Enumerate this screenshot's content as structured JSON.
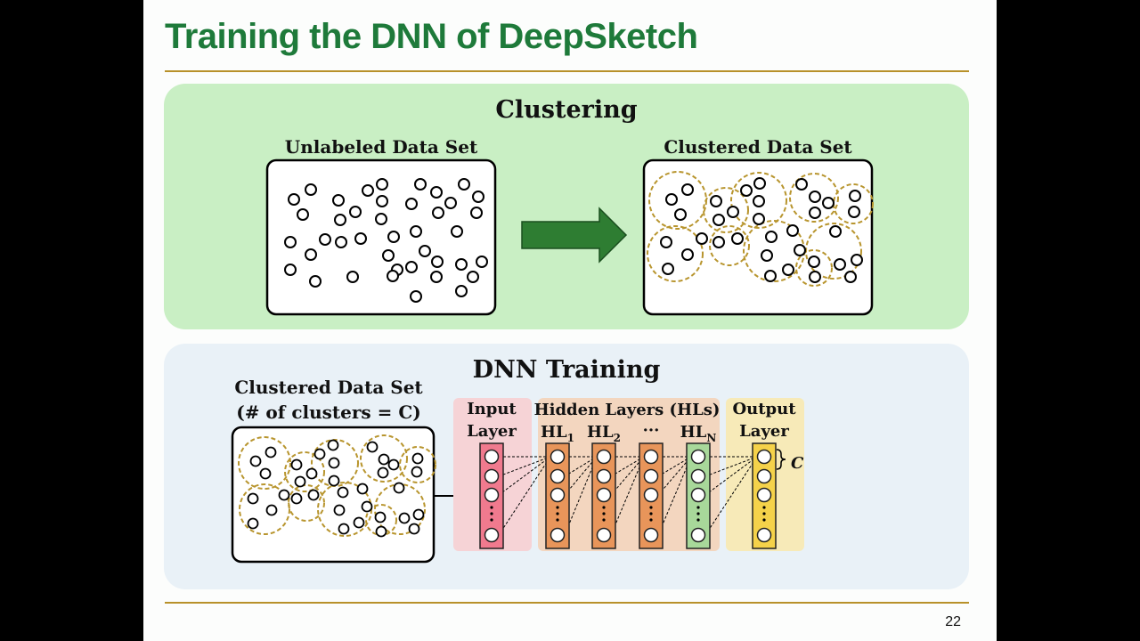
{
  "slide": {
    "title": "Training the DNN of DeepSketch",
    "page_number": "22"
  },
  "clustering": {
    "heading": "Clustering",
    "unlabeled_label": "Unlabeled Data Set",
    "clustered_label": "Clustered Data Set"
  },
  "dnn_training": {
    "heading": "DNN Training",
    "dataset_label_line1": "Clustered Data Set",
    "dataset_label_line2": "(# of clusters = C)",
    "input_layer_line1": "Input",
    "input_layer_line2": "Layer",
    "hidden_layers_label": "Hidden Layers (HLs)",
    "hl1": "HL",
    "hl1_sub": "1",
    "hl2": "HL",
    "hl2_sub": "2",
    "hl_ellipsis": "···",
    "hln": "HL",
    "hln_sub": "N",
    "output_layer_line1": "Output",
    "output_layer_line2": "Layer",
    "output_brace_label": "C"
  },
  "colors": {
    "title_green": "#1e7a3a",
    "rule_gold": "#b8912a",
    "clustering_bg": "#c9efc4",
    "training_bg": "#e9f1f7",
    "arrow_green": "#2e7d32",
    "cluster_ring": "#b8952e",
    "input_layer": "#f07a8e",
    "hidden_layer": "#e8955a",
    "last_hidden_layer": "#a8d89a",
    "output_layer": "#f5d24a"
  }
}
